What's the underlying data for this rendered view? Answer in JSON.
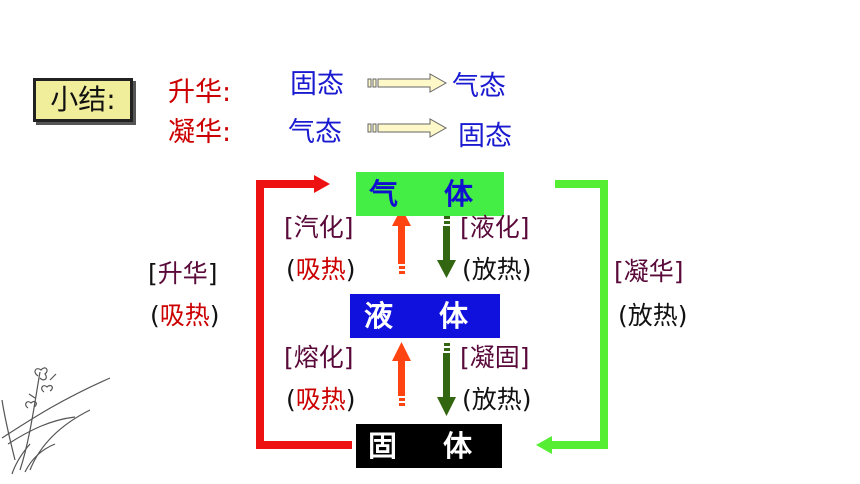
{
  "summary": {
    "label": "小结:",
    "sublimation": {
      "name": "升华:",
      "from": "固态",
      "to": "气态"
    },
    "deposition": {
      "name": "凝华:",
      "from": "气态",
      "to": "固态"
    }
  },
  "states": {
    "gas": "气 体",
    "liquid": "液 体",
    "solid": "固 体"
  },
  "transitions": {
    "vaporization": {
      "name": "[汽化]",
      "heat_open": "(",
      "heat": "吸热",
      "heat_close": ")"
    },
    "liquefaction": {
      "name": "[液化]",
      "heat": "(放热)"
    },
    "melting": {
      "name": "[熔化]",
      "heat_open": "(",
      "heat": "吸热",
      "heat_close": ")"
    },
    "solidification": {
      "name": "[凝固]",
      "heat": "(放热)"
    },
    "sublimation": {
      "open": "[",
      "name": "升华",
      "close": "]",
      "heat_open": "(",
      "heat": "吸热",
      "heat_close": ")"
    },
    "deposition": {
      "name": "[凝华]",
      "heat": "(放热)"
    }
  },
  "colors": {
    "red": "#cc0000",
    "blue": "#1a1ad0",
    "green": "#55ee33",
    "orange": "#ff4411",
    "dark_green": "#336611",
    "gas_fill": "#44ee44",
    "liquid_fill": "#1111dd",
    "solid_fill": "#000000"
  }
}
